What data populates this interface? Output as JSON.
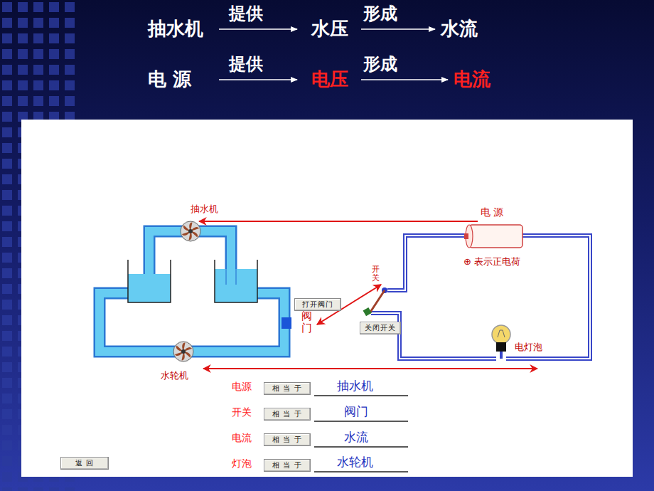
{
  "diagram": {
    "nodes": [
      {
        "text": [
          "打开阀门"
        ]
      },
      {
        "text": [
          "关闭开关"
        ]
      },
      {
        "text": [
          "相 当 于"
        ]
      },
      {
        "text": [
          "相 当 于"
        ]
      },
      {
        "text": [
          "相 当 于"
        ]
      },
      {
        "text": [
          "相 当 于"
        ]
      },
      {
        "text": [
          "返 回"
        ]
      }
    ],
    "labels": [
      "抽水机",
      "提供",
      "水压",
      "形成",
      "水流",
      "电 源",
      "提供",
      "电压",
      "形成",
      "电流",
      "抽水机",
      "电 源",
      "开关",
      "阀门",
      "⊕ 表示正电荷",
      "电灯泡",
      "水轮机",
      "电源",
      "抽水机",
      "开关",
      "阀门",
      "电流",
      "水流",
      "灯泡",
      "水轮机"
    ]
  }
}
